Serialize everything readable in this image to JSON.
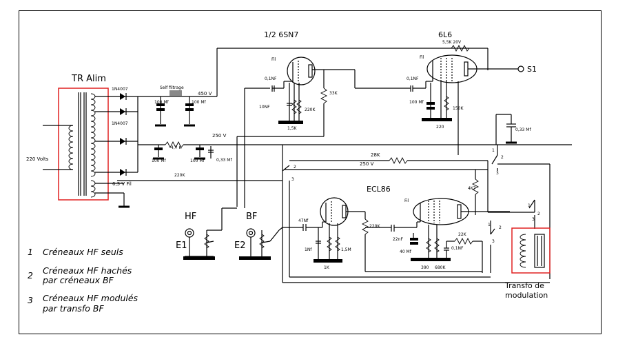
{
  "diagram": {
    "tubes": {
      "t1": "1/2 6SN7",
      "t2": "6L6",
      "t3": "ECL86"
    },
    "power": {
      "transformer": "TR Alim",
      "mains": "220 Volts",
      "diode": "1N4007",
      "filament": "6,3 V Fil",
      "self_filtrage": "Self filtrage",
      "hv450": "450 V",
      "hv250": "250 V",
      "r_4k7": "4,7 K",
      "r_220k": "220K",
      "cap_100mf": "100 Mf",
      "cap_033": "0,33 Mf"
    },
    "osc": {
      "fil": "Fil",
      "c_01nf": "0,1NF",
      "c_10nf": "10NF",
      "r_220k": "220K",
      "r_15k": "1,5K",
      "r_33k": "33K"
    },
    "output": {
      "r_55k": "5,5K 20V",
      "s1": "S1",
      "c_01nf": "0,1NF",
      "c_100mf": "100 Mf",
      "r_150k": "150K",
      "r_220": "220",
      "c_033": "0,33 Mf"
    },
    "mod": {
      "r_28k": "28K",
      "v250": "250 V",
      "r_4k7": "4K7",
      "c_47nf": "47Nf",
      "r_220k": "220K",
      "c_22nf": "22nF",
      "c_1nf": "1Nf",
      "r_1k": "1K",
      "r_15m": "1,5M",
      "c_40mf": "40 Mf",
      "r_390": "390",
      "r_680k": "680K",
      "r_22k": "22K",
      "c_01nf": "0,1NF"
    },
    "switch": {
      "p1": "1",
      "p2": "2",
      "p3": "3"
    },
    "inputs": {
      "hf": "HF",
      "bf": "BF",
      "e1": "E1",
      "e2": "E2"
    },
    "transfo": {
      "line1": "Transfo de",
      "line2": "modulation"
    }
  },
  "legend": [
    {
      "num": "1",
      "line1": "Créneaux HF seuls",
      "line2": ""
    },
    {
      "num": "2",
      "line1": "Créneaux HF hachés",
      "line2": "par créneaux BF"
    },
    {
      "num": "3",
      "line1": "Créneaux HF modulés",
      "line2": "par transfo BF"
    }
  ],
  "colors": {
    "highlight_box": "#e02020",
    "ink": "#000000"
  }
}
